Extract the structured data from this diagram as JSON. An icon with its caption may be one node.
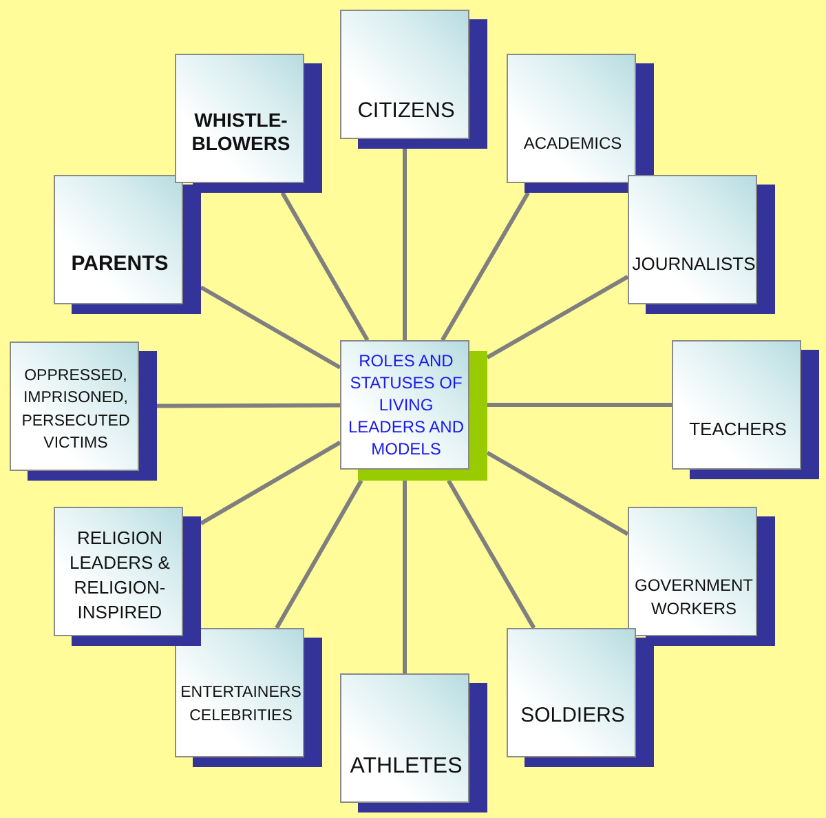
{
  "diagram": {
    "nodes": [
      {
        "text": [
          "ROLES AND STATUSES OF LIVING LEADERS AND MODELS"
        ]
      },
      {
        "text": [
          "CITIZENS"
        ]
      },
      {
        "text": [
          "ACADEMICS"
        ]
      },
      {
        "text": [
          "JOURNALISTS"
        ]
      },
      {
        "text": [
          "TEACHERS"
        ]
      },
      {
        "text": [
          "GOVERNMENT WORKERS"
        ]
      },
      {
        "text": [
          "SOLDIERS"
        ]
      },
      {
        "text": [
          "ATHLETES"
        ]
      },
      {
        "text": [
          "ENTERTAINERS CELEBRITIES"
        ]
      },
      {
        "text": [
          "RELIGION LEADERS & RELIGION-INSPIRED"
        ]
      },
      {
        "text": [
          "OPPRESSED, IMPRISONED, PERSECUTED VICTIMS"
        ]
      },
      {
        "text": [
          "PARENTS"
        ]
      },
      {
        "text": [
          "WHISTLE-BLOWERS"
        ]
      }
    ],
    "edges": [
      {
        "from": 0,
        "to": 1,
        "arrow": "none"
      },
      {
        "from": 0,
        "to": 2,
        "arrow": "none"
      },
      {
        "from": 0,
        "to": 3,
        "arrow": "none"
      },
      {
        "from": 0,
        "to": 4,
        "arrow": "none"
      },
      {
        "from": 0,
        "to": 5,
        "arrow": "none"
      },
      {
        "from": 0,
        "to": 6,
        "arrow": "none"
      },
      {
        "from": 0,
        "to": 7,
        "arrow": "none"
      },
      {
        "from": 0,
        "to": 8,
        "arrow": "none"
      },
      {
        "from": 0,
        "to": 9,
        "arrow": "none"
      },
      {
        "from": 0,
        "to": 10,
        "arrow": "none"
      },
      {
        "from": 0,
        "to": 11,
        "arrow": "none"
      },
      {
        "from": 0,
        "to": 12,
        "arrow": "none"
      }
    ]
  }
}
